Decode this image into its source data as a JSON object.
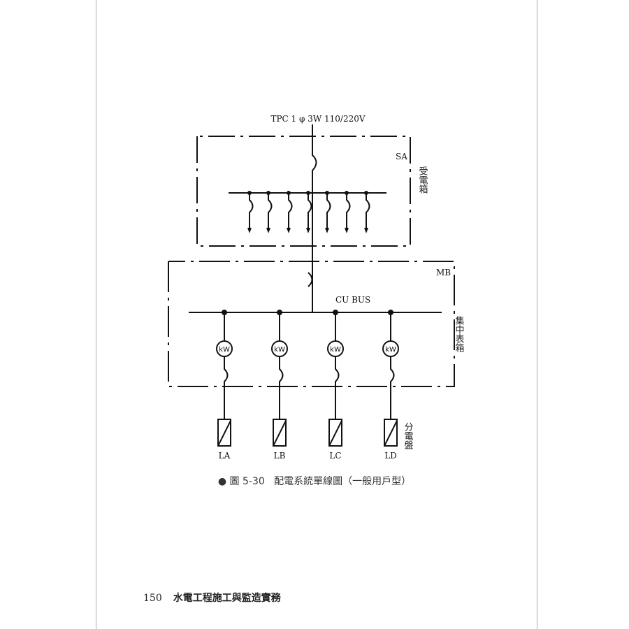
{
  "diagram": {
    "supply_label": "TPC 1 φ 3W 110/220V",
    "sa_label": "SA",
    "sa_name": "受電箱",
    "mb_label": "MB",
    "mb_name": "集中表箱",
    "bus_label": "CU BUS",
    "meter_label": "kW",
    "panel_name": "分電盤",
    "loads": [
      "LA",
      "LB",
      "LC",
      "LD"
    ]
  },
  "caption": {
    "figure_no": "圖 5-30",
    "title": "配電系統單線圖（一般用戶型）"
  },
  "footer": {
    "page_number": "150",
    "book_title": "水電工程施工與監造實務"
  }
}
